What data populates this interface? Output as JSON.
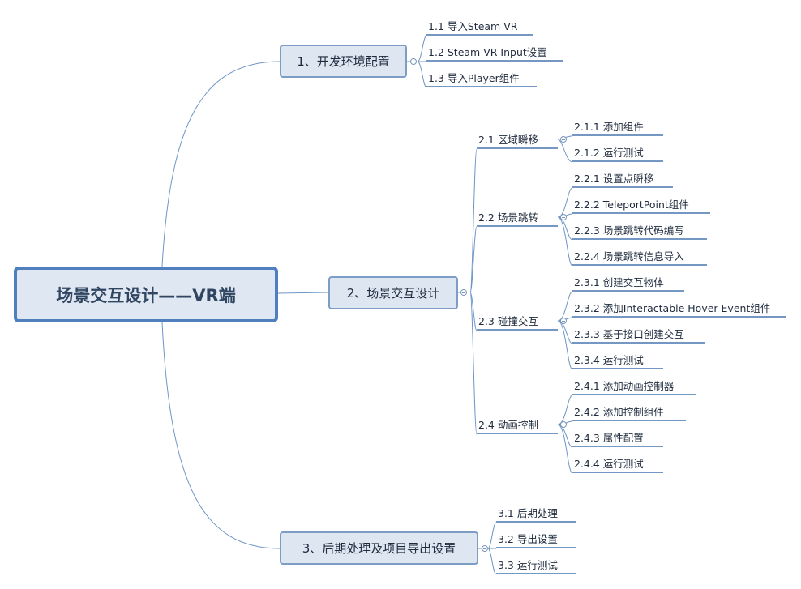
{
  "root": "场景交互设计——VR端",
  "branch1": {
    "label": "1、开发环境配置",
    "items": [
      "1.1 导入Steam VR",
      "1.2 Steam VR Input设置",
      "1.3 导入Player组件"
    ]
  },
  "branch2": {
    "label": "2、场景交互设计",
    "groups": [
      {
        "label": "2.1 区域瞬移",
        "items": [
          "2.1.1 添加组件",
          "2.1.2 运行测试"
        ]
      },
      {
        "label": "2.2 场景跳转",
        "items": [
          "2.2.1 设置点瞬移",
          "2.2.2 TeleportPoint组件",
          "2.2.3 场景跳转代码编写",
          "2.2.4 场景跳转信息导入"
        ]
      },
      {
        "label": "2.3 碰撞交互",
        "items": [
          "2.3.1 创建交互物体",
          "2.3.2 添加Interactable Hover Event组件",
          "2.3.3 基于接口创建交互",
          "2.3.4 运行测试"
        ]
      },
      {
        "label": "2.4 动画控制",
        "items": [
          "2.4.1 添加动画控制器",
          "2.4.2 添加控制组件",
          "2.4.3 属性配置",
          "2.4.4 运行测试"
        ]
      }
    ]
  },
  "branch3": {
    "label": "3、后期处理及项目导出设置",
    "items": [
      "3.1 后期处理",
      "3.2 导出设置",
      "3.3 运行测试"
    ]
  },
  "colors": {
    "line": "#6e95c6",
    "node_fill": "#dde6f1",
    "node_border": "#7d9cc6",
    "root_border": "#4f7fbd"
  }
}
